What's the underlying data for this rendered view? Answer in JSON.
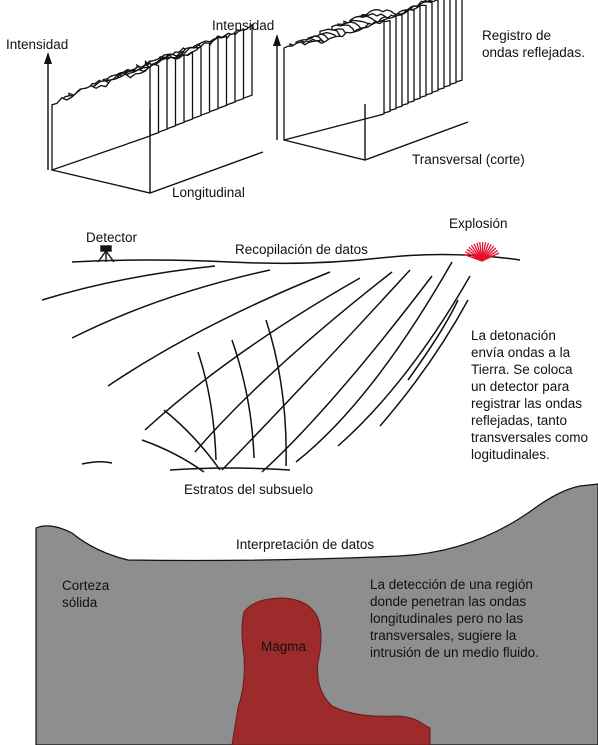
{
  "top_left": {
    "axis_label": "Intensidad",
    "bottom_label": "Longitudinal"
  },
  "top_right": {
    "axis_label": "Intensidad",
    "caption": "Registro de\nondas reflejadas.",
    "bottom_label": "Transversal (corte)"
  },
  "survey": {
    "detector_label": "Detector",
    "explosion_label": "Explosión",
    "ground_label": "Recopilación de datos",
    "strata_label": "Estratos del subsuelo",
    "description": "La detonación\nenvía ondas a la\nTierra. Se coloca\nun detector para\nregistrar las ondas\nreflejadas, tanto\ntransversales como\nlogitudinales."
  },
  "interpretation": {
    "title": "Interpretación de datos",
    "crust_label": "Corteza\nsólida",
    "magma_label": "Magma",
    "description": "La detección de una región\ndonde penetran las ondas\nlongitudinales pero no las\ntransversales,  sugiere la\nintrusión de un medio fluido."
  },
  "colors": {
    "crust": "#8e8e8e",
    "magma": "#9e2b2b",
    "explosion": "#e8102c",
    "ink": "#111111"
  }
}
